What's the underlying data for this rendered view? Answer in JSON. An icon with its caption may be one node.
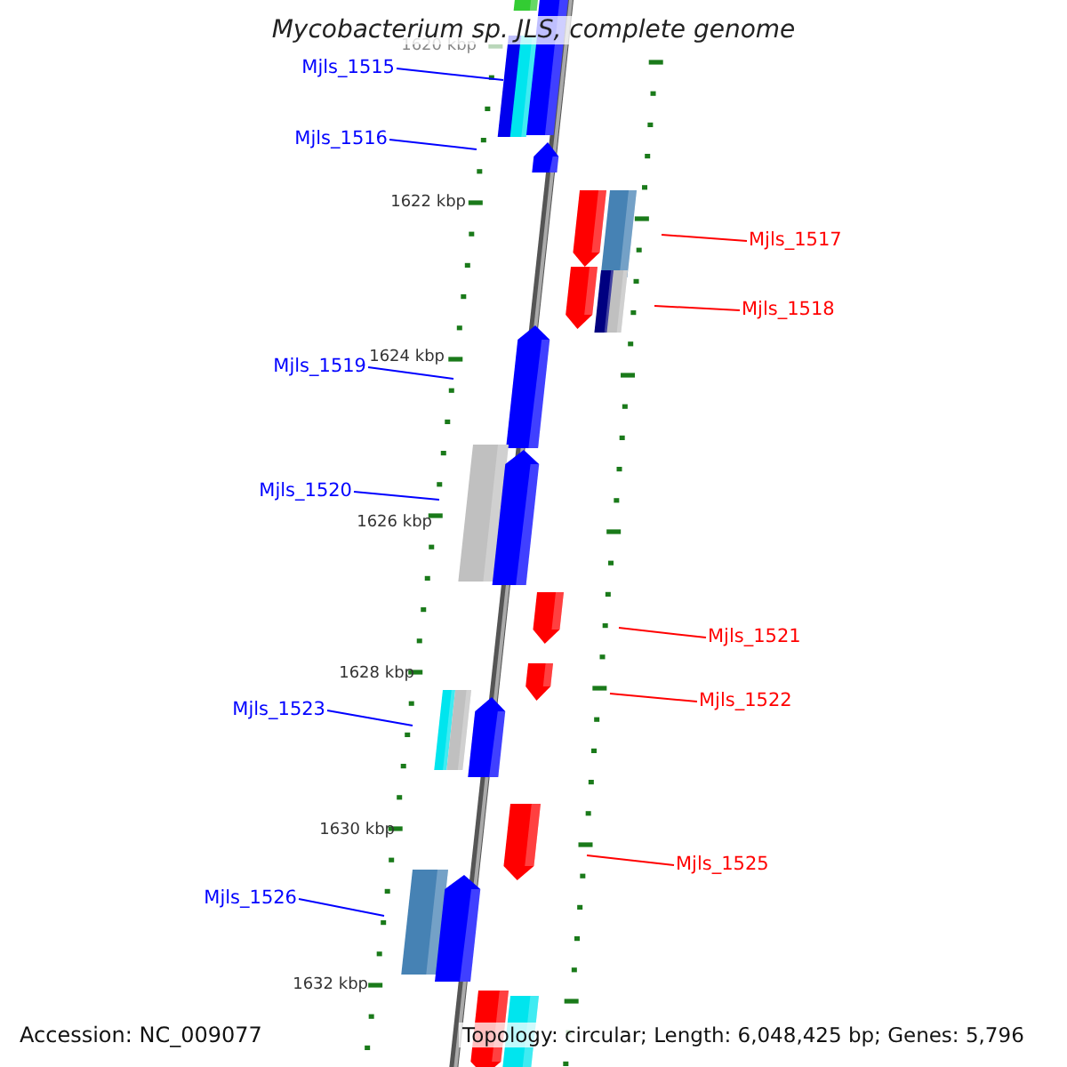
{
  "diagram": {
    "title": "Mycobacterium sp. JLS, complete genome",
    "nodes": [
      {
        "text": [
          "Mjls_1515"
        ]
      },
      {
        "text": [
          "Mjls_1516"
        ]
      },
      {
        "text": [
          "Mjls_1517"
        ]
      },
      {
        "text": [
          "Mjls_1518"
        ]
      },
      {
        "text": [
          "Mjls_1519"
        ]
      },
      {
        "text": [
          "Mjls_1520"
        ]
      },
      {
        "text": [
          "Mjls_1521"
        ]
      },
      {
        "text": [
          "Mjls_1522"
        ]
      },
      {
        "text": [
          "Mjls_1523"
        ]
      },
      {
        "text": [
          "Mjls_1525"
        ]
      },
      {
        "text": [
          "Mjls_1526"
        ]
      }
    ],
    "edges": [
      {
        "from": 0,
        "to": null,
        "arrow": "none"
      },
      {
        "from": 1,
        "to": null,
        "arrow": "none"
      },
      {
        "from": 2,
        "to": null,
        "arrow": "none",
        "color": "#ff0000"
      },
      {
        "from": 3,
        "to": null,
        "arrow": "none",
        "color": "#ff0000"
      },
      {
        "from": 4,
        "to": null,
        "arrow": "none"
      },
      {
        "from": 5,
        "to": null,
        "arrow": "none"
      },
      {
        "from": 6,
        "to": null,
        "arrow": "none",
        "color": "#ff0000"
      },
      {
        "from": 7,
        "to": null,
        "arrow": "none",
        "color": "#ff0000"
      },
      {
        "from": 8,
        "to": null,
        "arrow": "none"
      },
      {
        "from": 9,
        "to": null,
        "arrow": "none",
        "color": "#ff0000"
      },
      {
        "from": 10,
        "to": null,
        "arrow": "none"
      }
    ],
    "labels": [
      "1620 kbp",
      "1622 kbp",
      "1624 kbp",
      "1626 kbp",
      "1628 kbp",
      "1630 kbp",
      "1632 kbp",
      "Accession: NC_009077",
      "Topology: circular; Length: 6,048,425 bp; Genes: 5,796"
    ]
  }
}
